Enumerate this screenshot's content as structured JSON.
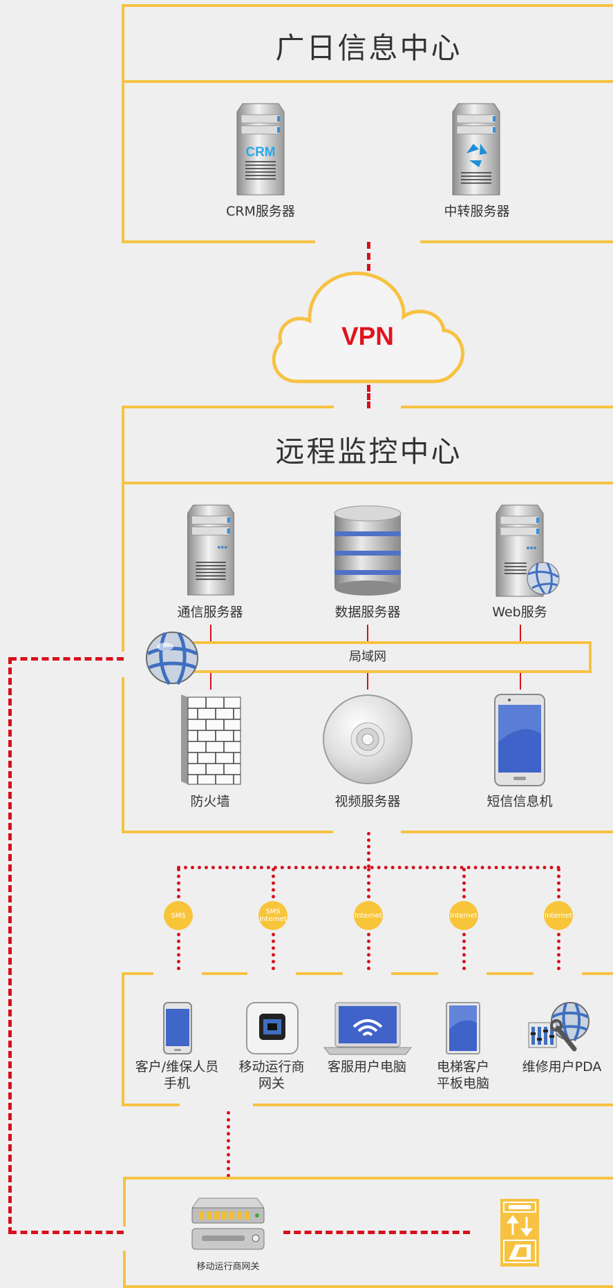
{
  "guangri": {
    "title": "广日信息中心",
    "crm_server": "CRM服务器",
    "crm_badge": "CRM",
    "relay_server": "中转服务器"
  },
  "vpn": {
    "label": "VPN"
  },
  "remote": {
    "title": "远程监控中心",
    "comm_server": "通信服务器",
    "data_server": "数据服务器",
    "web_server": "Web服务",
    "lan": "局域网",
    "firewall": "防火墙",
    "video_server": "视频服务器",
    "sms_machine": "短信信息机"
  },
  "channels": [
    {
      "line1": "SMS",
      "line2": ""
    },
    {
      "line1": "SMS",
      "line2": "Internet"
    },
    {
      "line1": "Internet",
      "line2": ""
    },
    {
      "line1": "Internet",
      "line2": ""
    },
    {
      "line1": "Internet",
      "line2": ""
    }
  ],
  "clients": [
    {
      "line1": "客户/维保人员",
      "line2": "手机"
    },
    {
      "line1": "移动运行商",
      "line2": "网关"
    },
    {
      "line1": "客服用户电脑",
      "line2": ""
    },
    {
      "line1": "电梯客户",
      "line2": "平板电脑"
    },
    {
      "line1": "维修用户PDA",
      "line2": ""
    }
  ],
  "bottom": {
    "gateway": "移动运行商网关"
  },
  "colors": {
    "accent": "#f7c242",
    "link": "#d7101c",
    "vpn": "#e0141e"
  }
}
